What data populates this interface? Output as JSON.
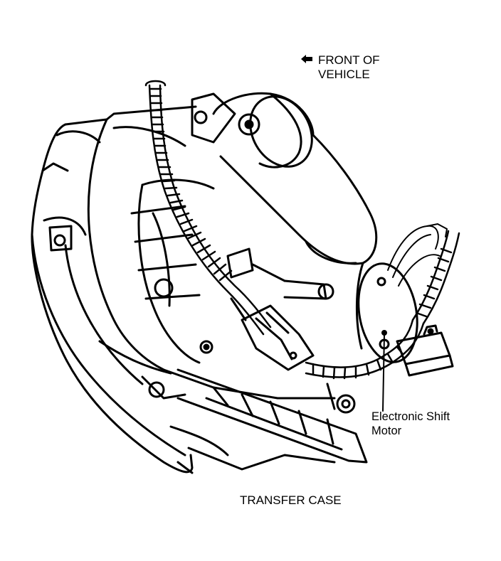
{
  "labels": {
    "front_line1": "FRONT OF",
    "front_line2": "VEHICLE",
    "motor_line1": "Electronic Shift",
    "motor_line2": "Motor",
    "transfer_case": "TRANSFER CASE"
  },
  "colors": {
    "ink": "#000000",
    "paper": "#ffffff"
  }
}
